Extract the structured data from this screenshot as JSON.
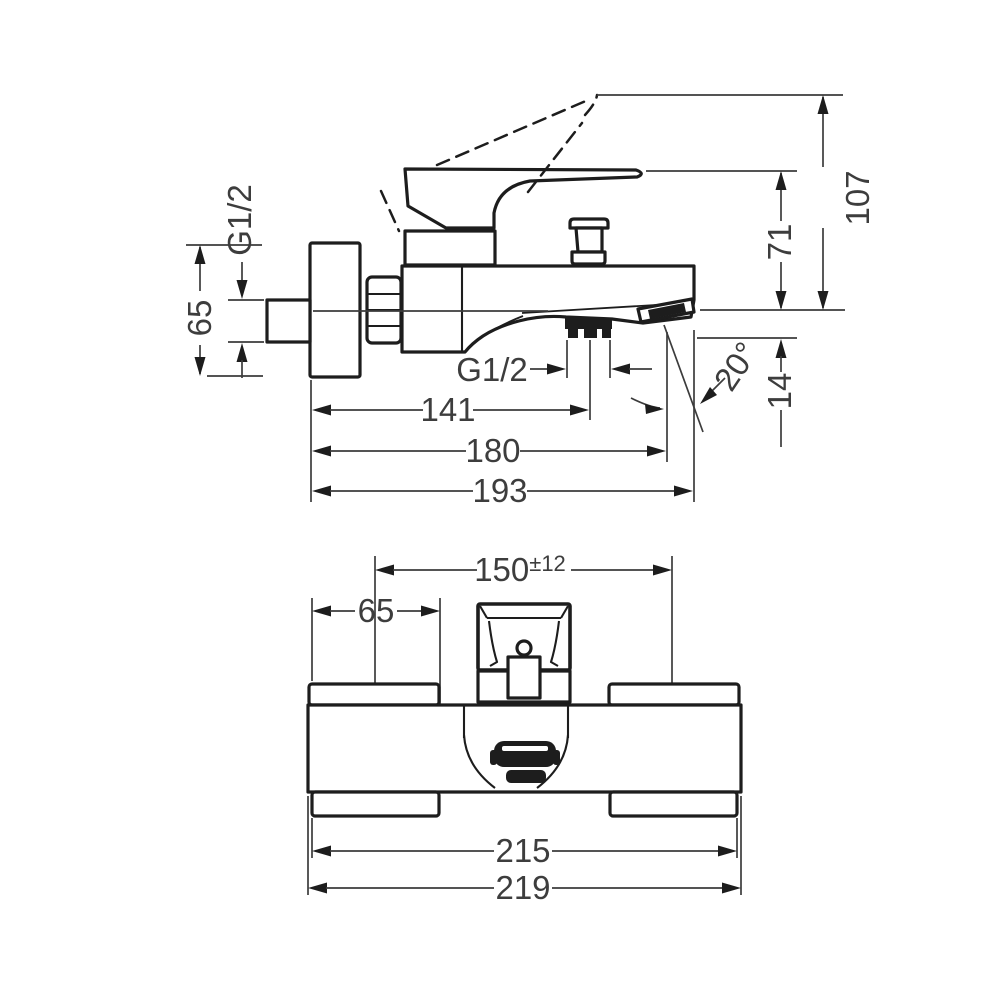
{
  "page": {
    "background": "#ffffff",
    "line_color": "#1d1d1d",
    "text_color": "#3d3d3d",
    "description": "Technical installation dimension drawing of a wall-mounted single-lever bath mixer, side view above and front view below"
  },
  "drawing": {
    "side_view": {
      "name": "side view with lever shown raised (dashed) and at rest",
      "dims": {
        "wall_thread": "G1/2",
        "escutcheon_height": "65",
        "overall_height": "107",
        "handle_height": "71",
        "outlet_thread": "G1/2",
        "spout_angle": "20°",
        "outlet_drop": "14",
        "reach_outlet": "141",
        "reach_front": "180",
        "reach_total": "193"
      }
    },
    "front_view": {
      "name": "front view",
      "dims": {
        "connection_distance": "150",
        "connection_tolerance": "±12",
        "escutcheon_width": "65",
        "width_inner": "215",
        "width_total": "219"
      }
    }
  }
}
